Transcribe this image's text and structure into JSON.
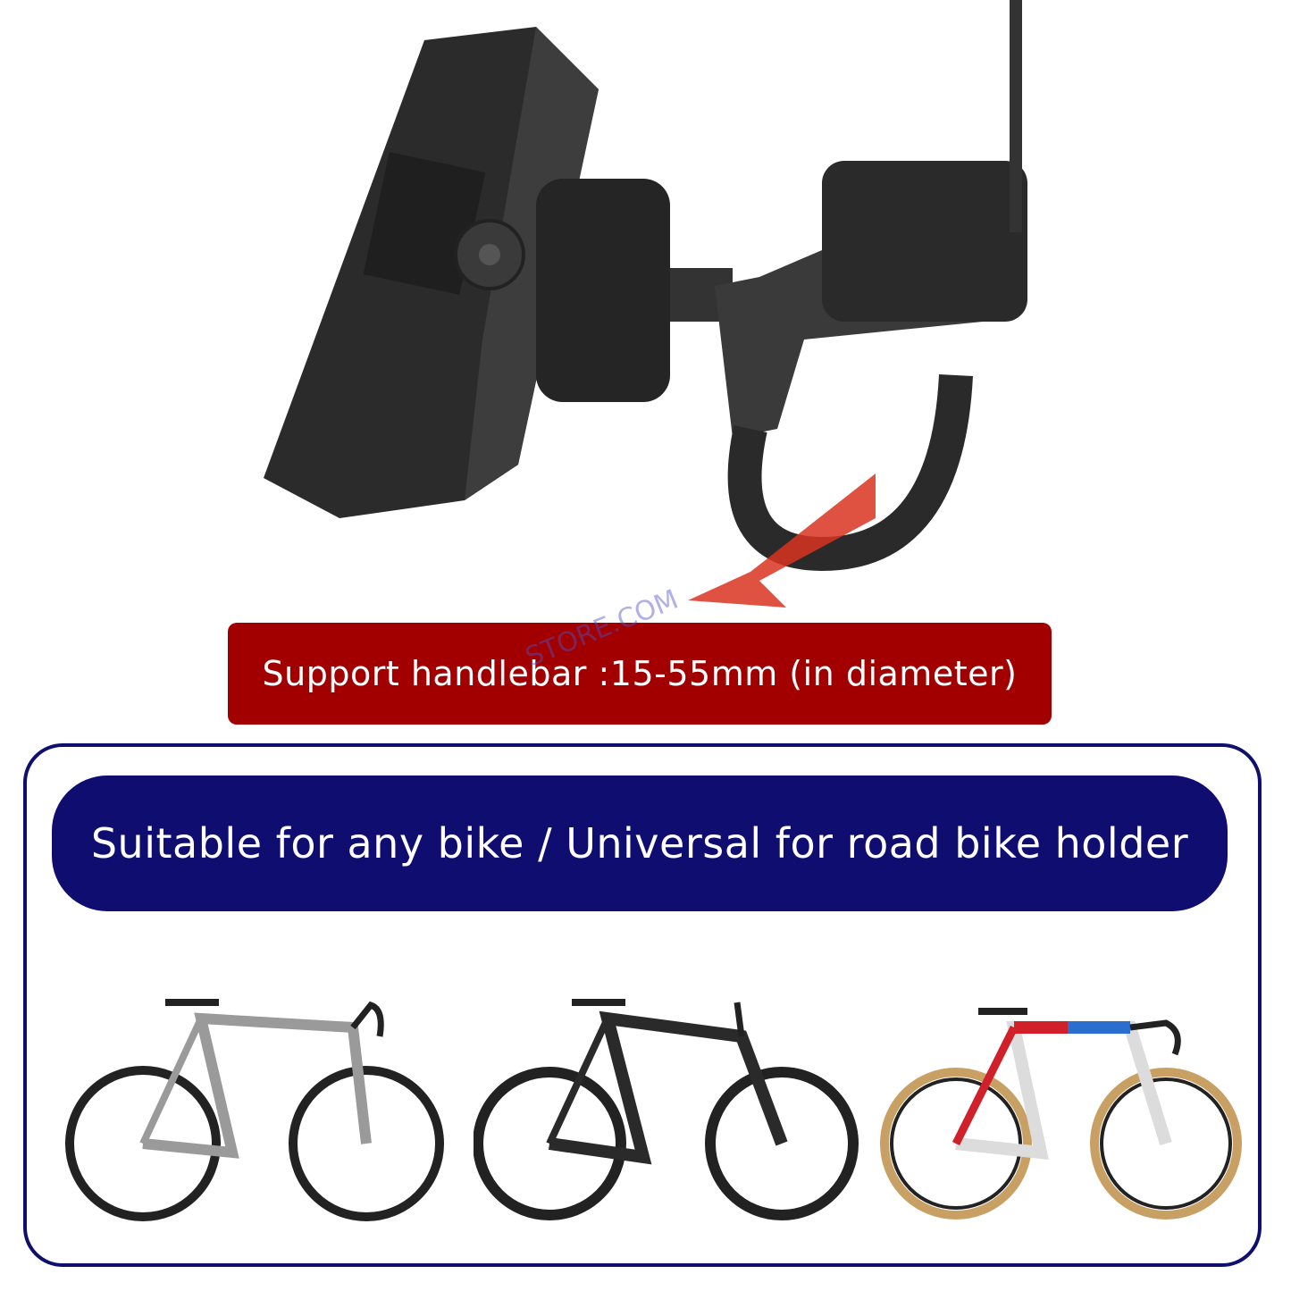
{
  "product": {
    "support_banner": "Support handlebar :15-55mm (in diameter)",
    "watermark": "STORE.COM",
    "suitability_banner": "Suitable for any bike / Universal for road bike holder"
  },
  "bikes": [
    {
      "name": "gravel-bike",
      "frame_color": "#9a9a9a"
    },
    {
      "name": "mountain-bike",
      "frame_color": "#2a2a2a"
    },
    {
      "name": "road-bike",
      "frame_color": "#dcdcdc"
    }
  ],
  "colors": {
    "red": "#a20000",
    "navy": "#0f0e70"
  }
}
